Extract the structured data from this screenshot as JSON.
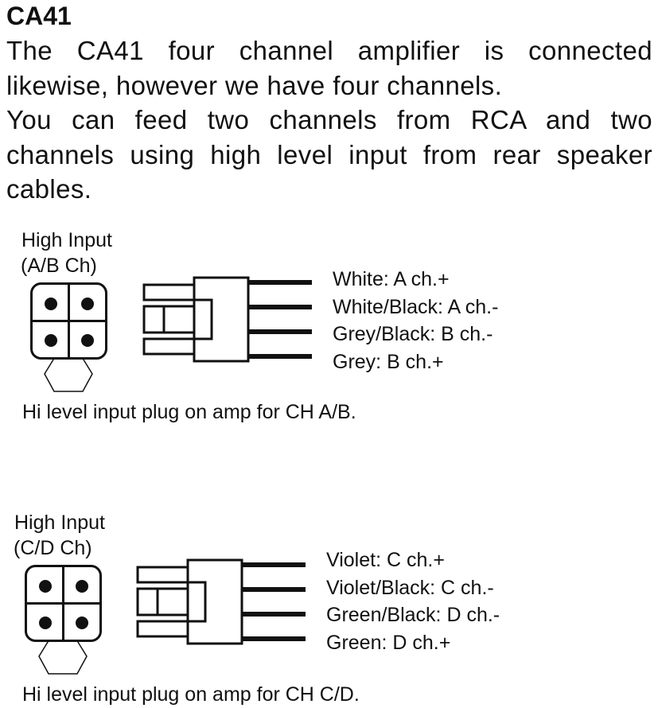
{
  "title": "CA41",
  "intro": [
    "The CA41 four channel amplifier is connected likewise, however we have four channels.",
    "You can feed two channels from RCA and two channels using high level input from rear speaker cables."
  ],
  "sections": [
    {
      "label_line1": "High Input",
      "label_line2": "(A/B Ch)",
      "wires": [
        "White: A ch.+",
        "White/Black: A ch.-",
        "Grey/Black: B ch.-",
        "Grey: B ch.+"
      ],
      "caption": "Hi level input plug on amp for CH A/B."
    },
    {
      "label_line1": "High Input",
      "label_line2": "(C/D Ch)",
      "wires": [
        "Violet: C ch.+",
        "Violet/Black: C ch.-",
        "Green/Black: D ch.-",
        "Green: D ch.+"
      ],
      "caption": "Hi level input plug on amp for CH C/D."
    }
  ]
}
